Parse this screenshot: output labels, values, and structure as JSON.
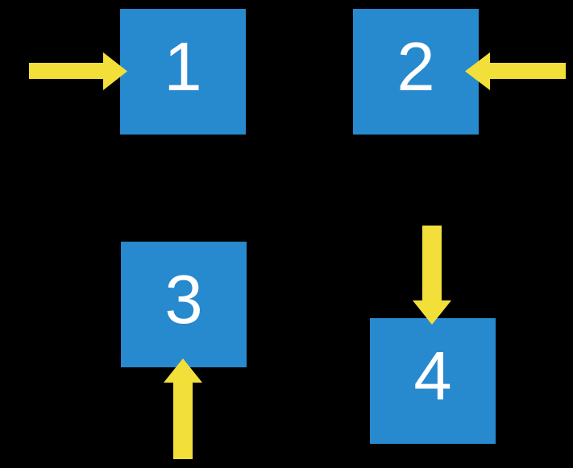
{
  "colors": {
    "background": "#000000",
    "square_blue": "#2789CE",
    "arrow_yellow": "#F3DF3A",
    "label_white": "#FFFFFF"
  },
  "squares": [
    {
      "label": "1",
      "arrow_direction": "right",
      "arrow_enters_from": "left"
    },
    {
      "label": "2",
      "arrow_direction": "left",
      "arrow_enters_from": "right"
    },
    {
      "label": "3",
      "arrow_direction": "up",
      "arrow_enters_from": "bottom"
    },
    {
      "label": "4",
      "arrow_direction": "down",
      "arrow_enters_from": "top"
    }
  ]
}
